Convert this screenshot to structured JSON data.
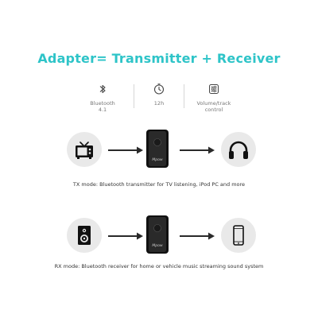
{
  "title": "Adapter= Transmitter + Receiver",
  "features": [
    {
      "icon": "bluetooth-icon",
      "label_line1": "Bluetooth",
      "label_line2": "4.1"
    },
    {
      "icon": "timer-icon",
      "label_line1": "12h",
      "label_line2": ""
    },
    {
      "icon": "sliders-icon",
      "label_line1": "Volume/track",
      "label_line2": "control"
    }
  ],
  "device_brand": "Mpow",
  "tx": {
    "source_icon": "tv-icon",
    "target_icon": "headphones-icon",
    "caption": "TX mode: Bluetooth transmitter for TV listening, iPod PC and more"
  },
  "rx": {
    "source_icon": "speaker-icon",
    "target_icon": "smartphone-icon",
    "caption": "RX mode: Bluetooth receiver for home or vehicle music streaming sound system"
  },
  "colors": {
    "title": "#2ec4c8",
    "circle": "#e9e9e9",
    "arrow": "#2a2a2a",
    "device": "#1a1a1a"
  }
}
